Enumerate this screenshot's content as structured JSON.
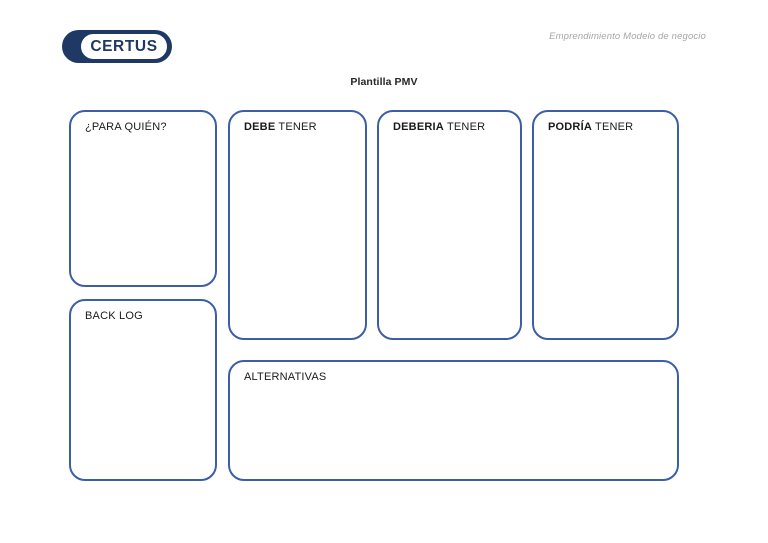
{
  "header": {
    "logo": {
      "name": "certus-logo",
      "text": "CERTUS"
    },
    "course_note": "Emprendimiento Modelo de negocio"
  },
  "board": {
    "title": "Plantilla PMV",
    "cards": [
      {
        "id": "para-quien",
        "label_bold": "",
        "label_rest": "¿PARA QUIÉN?",
        "content": ""
      },
      {
        "id": "back-log",
        "label_bold": "",
        "label_rest": "BACK LOG",
        "content": ""
      },
      {
        "id": "debe",
        "label_bold": "DEBE",
        "label_rest": " TENER",
        "content": ""
      },
      {
        "id": "deberia",
        "label_bold": "DEBERIA",
        "label_rest": " TENER",
        "content": ""
      },
      {
        "id": "podria",
        "label_bold": "PODRÍA",
        "label_rest": " TENER",
        "content": ""
      },
      {
        "id": "alternativas",
        "label_bold": "",
        "label_rest": "ALTERNATIVAS",
        "content": ""
      }
    ]
  },
  "colors": {
    "card_border": "#3B5EA6",
    "logo_navy": "#1F3864",
    "note_gray": "#A6A6A6",
    "title_text": "#262626",
    "page_background": "#FFFFFF"
  }
}
